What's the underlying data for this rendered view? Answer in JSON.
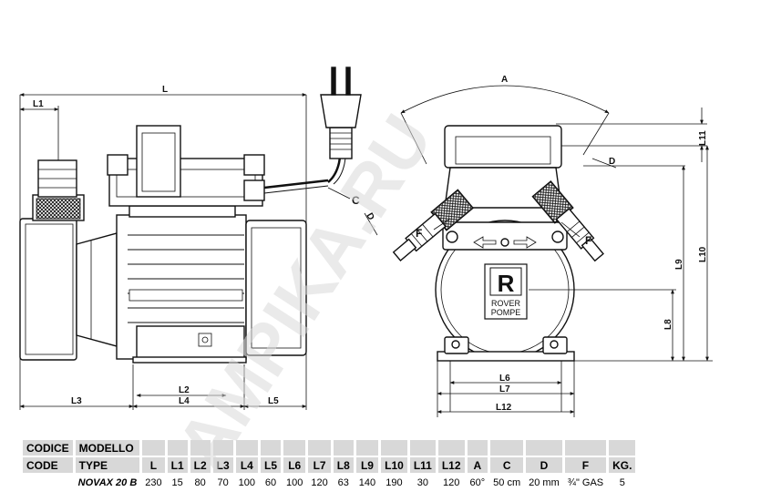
{
  "watermark": "AMPIKA.RU",
  "labels": {
    "L": "L",
    "L1": "L1",
    "L2": "L2",
    "L3": "L3",
    "L4": "L4",
    "L5": "L5",
    "L6": "L6",
    "L7": "L7",
    "L8": "L8",
    "L9": "L9",
    "L10": "L10",
    "L11": "L11",
    "L12": "L12",
    "A": "A",
    "C": "C",
    "D_left": "D",
    "D_right": "D",
    "F_left": "F",
    "F_right": "F",
    "logo_letter": "R",
    "logo_line1": "ROVER",
    "logo_line2": "POMPE"
  },
  "table": {
    "header_row1": [
      "CODICE",
      "MODELLO"
    ],
    "header_row2": [
      "CODE",
      "TYPE",
      "L",
      "L1",
      "L2",
      "L3",
      "L4",
      "L5",
      "L6",
      "L7",
      "L8",
      "L9",
      "L10",
      "L11",
      "L12",
      "A",
      "C",
      "D",
      "F",
      "KG."
    ],
    "rows": [
      [
        "",
        "NOVAX 20  B",
        "230",
        "15",
        "80",
        "70",
        "100",
        "60",
        "100",
        "120",
        "63",
        "140",
        "190",
        "30",
        "120",
        "60°",
        "50 cm",
        "20 mm",
        "¾\" GAS",
        "5"
      ]
    ]
  }
}
